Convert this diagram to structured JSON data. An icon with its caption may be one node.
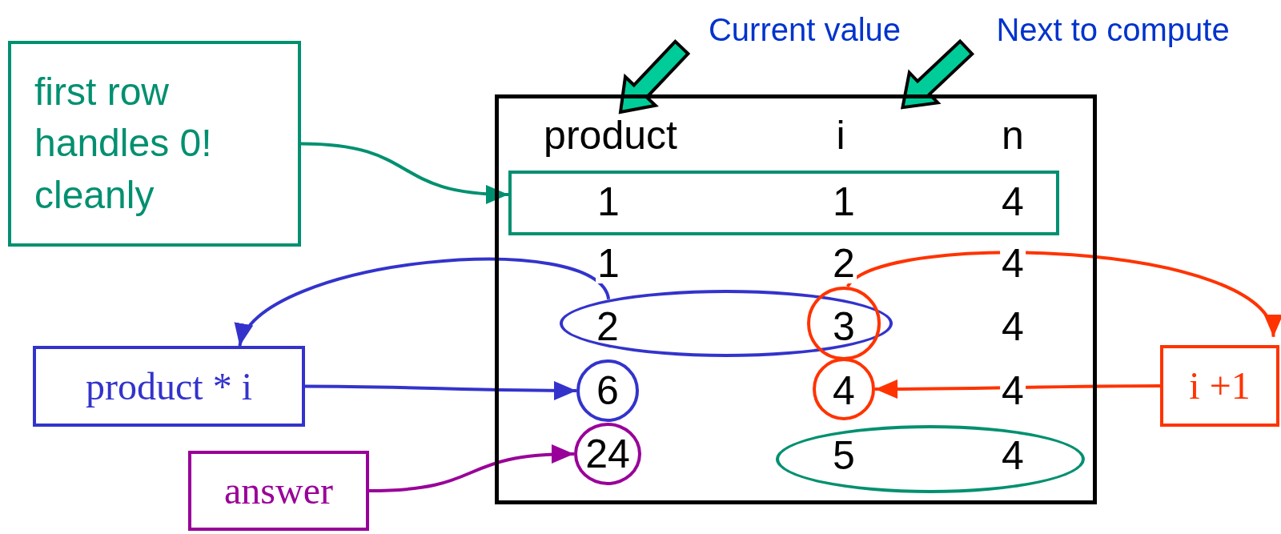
{
  "diagram": {
    "nodes": [
      {
        "text": [
          "Current value"
        ]
      },
      {
        "text": [
          "Next to compute"
        ]
      },
      {
        "text": [
          "first row handles 0! cleanly"
        ]
      },
      {
        "text": [],
        "shape": "box"
      },
      {
        "text": [
          "product"
        ],
        "in": 3
      },
      {
        "text": [
          "i"
        ],
        "in": 3
      },
      {
        "text": [
          "n"
        ],
        "in": 3
      },
      {
        "text": [
          "1",
          "1",
          "4"
        ],
        "in": 3
      },
      {
        "text": [
          "2"
        ],
        "in": 3
      },
      {
        "text": [
          "3"
        ],
        "in": 8
      },
      {
        "text": [
          "6"
        ],
        "in": 3
      },
      {
        "text": [
          "4"
        ],
        "in": 3
      },
      {
        "text": [
          "24"
        ],
        "in": 3
      },
      {
        "text": [
          "5",
          "4"
        ],
        "in": 3
      },
      {
        "text": [
          "product * i"
        ]
      },
      {
        "text": [
          "i +1"
        ]
      },
      {
        "text": [
          "answer"
        ]
      }
    ],
    "edges": [
      {
        "from": 0,
        "to": 4,
        "arrow": "to",
        "style": "thick",
        "color": "#00cc99"
      },
      {
        "from": 1,
        "to": 5,
        "arrow": "to",
        "style": "thick",
        "color": "#00cc99"
      },
      {
        "from": 2,
        "to": 7,
        "arrow": "to",
        "color": "#009070"
      },
      {
        "from": 8,
        "to": 14,
        "arrow": "to",
        "color": "#3333cc"
      },
      {
        "from": 14,
        "to": 10,
        "arrow": "to",
        "color": "#3333cc"
      },
      {
        "from": 9,
        "to": 15,
        "arrow": "to",
        "color": "#ff3300"
      },
      {
        "from": 15,
        "to": 11,
        "arrow": "to",
        "color": "#ff3300"
      },
      {
        "from": 16,
        "to": 12,
        "arrow": "to",
        "color": "#990099"
      }
    ],
    "labels": [
      "1",
      "2",
      "4",
      "4",
      "4"
    ]
  }
}
